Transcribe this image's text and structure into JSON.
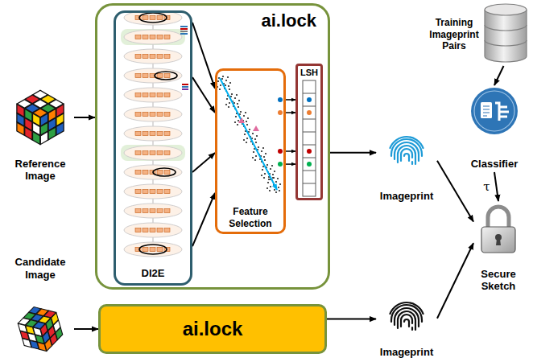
{
  "diagram": {
    "nodes": [
      {
        "text": [
          "Reference Image"
        ]
      },
      {
        "text": [
          "ai.lock"
        ]
      },
      {
        "text": [
          "DI2E"
        ],
        "in": 1
      },
      {
        "text": [
          "Feature Selection"
        ],
        "in": 1
      },
      {
        "text": [
          "LSH"
        ],
        "in": 1
      },
      {
        "text": [
          "Training Imageprint Pairs"
        ]
      },
      {
        "text": [
          "Classifier"
        ]
      },
      {
        "text": [
          "Imageprint"
        ]
      },
      {
        "text": [
          "Secure Sketch"
        ]
      },
      {
        "text": [
          "Candidate Image"
        ]
      },
      {
        "text": [
          "ai.lock"
        ]
      },
      {
        "text": [
          "Imageprint"
        ]
      }
    ],
    "edges": [
      {
        "from": 0,
        "to": 1,
        "arrow": "to"
      },
      {
        "from": 2,
        "to": 3,
        "arrow": "to"
      },
      {
        "from": 2,
        "to": 3,
        "arrow": "to"
      },
      {
        "from": 2,
        "to": 3,
        "arrow": "to"
      },
      {
        "from": 2,
        "to": 3,
        "arrow": "to"
      },
      {
        "from": 3,
        "to": 4,
        "arrow": "to"
      },
      {
        "from": 3,
        "to": 4,
        "arrow": "to"
      },
      {
        "from": 3,
        "to": 4,
        "arrow": "to"
      },
      {
        "from": 3,
        "to": 4,
        "arrow": "to"
      },
      {
        "from": 1,
        "to": 7,
        "arrow": "to"
      },
      {
        "from": 5,
        "to": 6,
        "arrow": "to"
      },
      {
        "from": 6,
        "to": 8,
        "label": "τ",
        "arrow": "to"
      },
      {
        "from": 7,
        "to": 8,
        "arrow": "to"
      },
      {
        "from": 9,
        "to": 10,
        "arrow": "to"
      },
      {
        "from": 10,
        "to": 11,
        "arrow": "to"
      },
      {
        "from": 11,
        "to": 8,
        "arrow": "to"
      }
    ]
  }
}
